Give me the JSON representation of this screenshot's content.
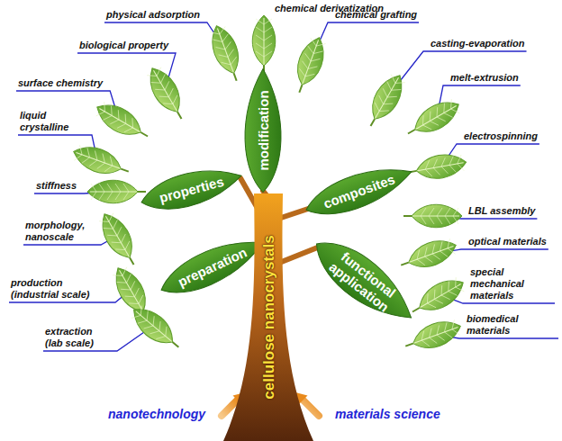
{
  "diagram": {
    "nodes": [
      {
        "text": [
          "modification"
        ]
      },
      {
        "text": [
          "properties"
        ]
      },
      {
        "text": [
          "composites"
        ]
      },
      {
        "text": [
          "preparation"
        ]
      },
      {
        "text": [
          "functional application"
        ]
      },
      {
        "text": [
          "cellulose nanocrystals"
        ]
      }
    ],
    "labels": [
      "chemical derivatization",
      "physical adsorption",
      "chemical grafting",
      "biological property",
      "casting-evaporation",
      "surface chemistry",
      "melt-extrusion",
      "liquid crystalline",
      "electrospinning",
      "stiffness",
      "LBL assembly",
      "morphology, nanoscale",
      "optical materials",
      "production (industrial scale)",
      "special mechanical materials",
      "extraction (lab scale)",
      "biomedical materials",
      "nanotechnology",
      "materials science"
    ]
  }
}
